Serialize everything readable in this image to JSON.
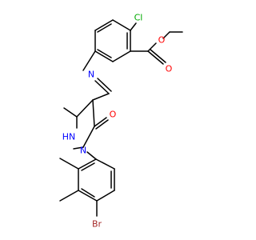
{
  "molecule": {
    "atoms": {
      "cl": "Cl",
      "o_ketone": "O",
      "o_ester_carbonyl": "O",
      "o_ester_ether": "O",
      "n_imine": "N",
      "nh_pyrazole": "HN",
      "n_pyrazole": "N",
      "br": "Br"
    },
    "colors": {
      "bond": "#000000",
      "carbon_label": "#000000",
      "oxygen": "#ff0000",
      "nitrogen": "#0000ff",
      "chlorine": "#00aa00",
      "bromine": "#a52a2a"
    }
  }
}
